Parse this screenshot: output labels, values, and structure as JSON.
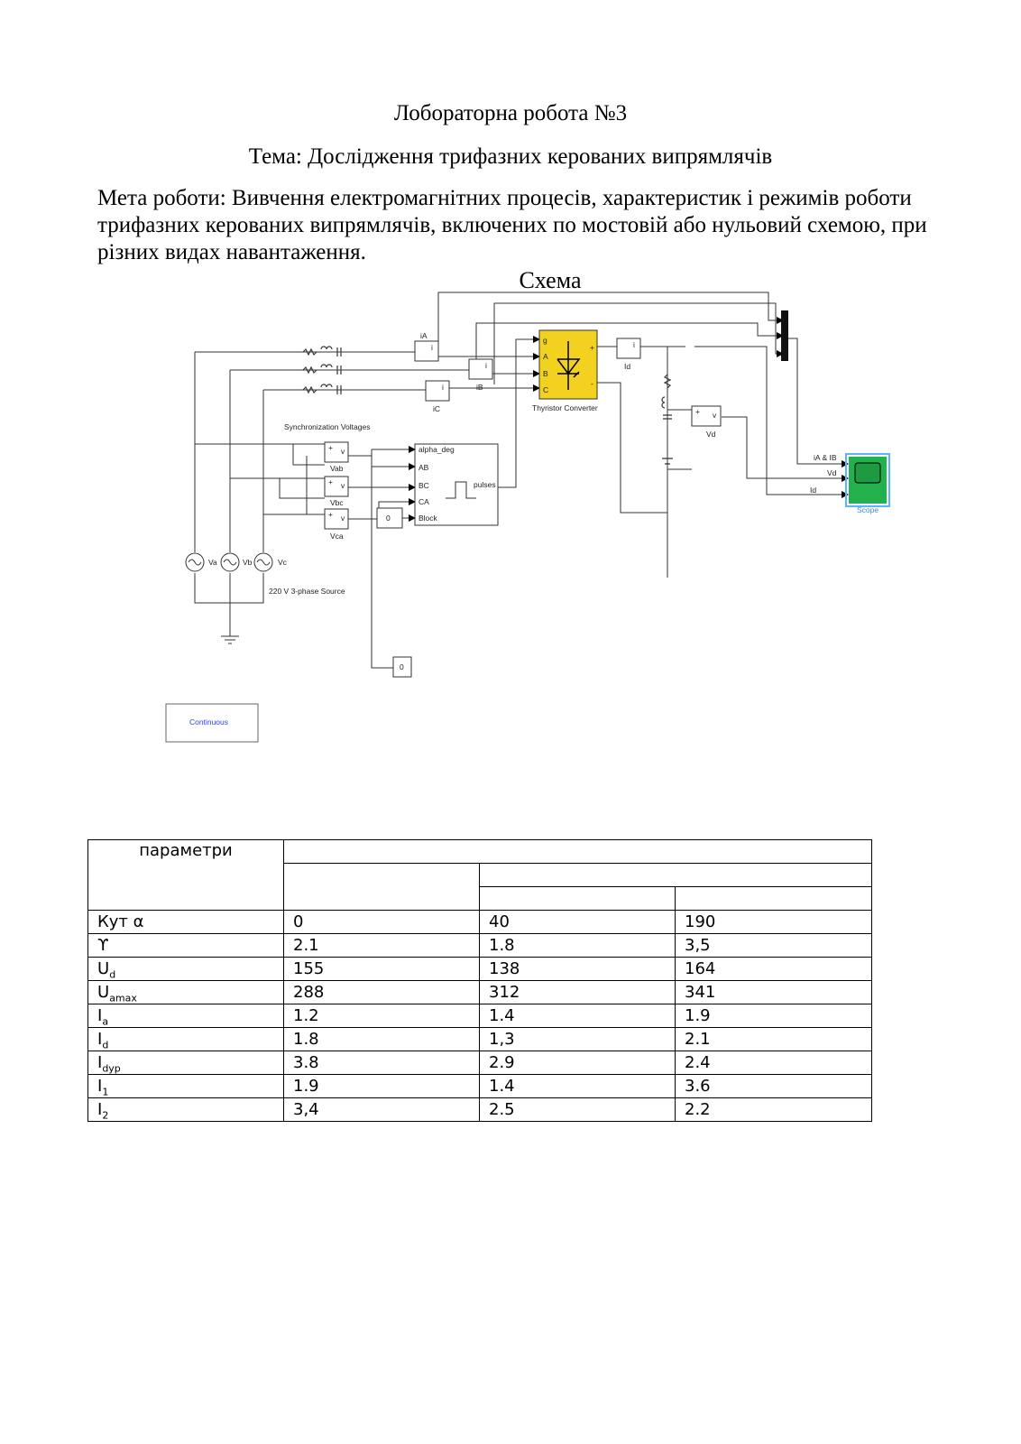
{
  "document": {
    "title": "Лобораторна робота №3",
    "topic": "Тема: Дослідження трифазних керованих випрямлячів",
    "goal": "Мета роботи: Вивчення електромагнітних процесів, характеристик і режимів роботи трифазних керованих випрямлячів, включених по мостовій або нульовий схемою, при різних видах навантаження."
  },
  "schema": {
    "title": "Схема",
    "labels": {
      "iA": "iA",
      "iB": "iB",
      "iC": "iC",
      "id": "Id",
      "vd": "Vd",
      "vab": "Vab",
      "vbc": "Vbc",
      "vca": "Vca",
      "va": "Va",
      "vb": "Vb",
      "vc": "Vc",
      "source": "220 V 3-phase Source",
      "sync": "Synchronization Voltages",
      "thyristor": "Thyristor Converter",
      "scope": "Scope",
      "scope_in1": "iA & IB",
      "scope_in2": "Vd",
      "scope_in3": "Id",
      "port_g": "g",
      "port_a": "A",
      "port_b": "B",
      "port_c": "C",
      "plus": "+",
      "minus": "-",
      "v": "v",
      "i": "i",
      "alpha": "alpha_deg",
      "ab": "AB",
      "bc": "BC",
      "ca": "CA",
      "block": "Block",
      "pulses": "pulses",
      "const0a": "0",
      "const0b": "0",
      "powergui": "Continuous"
    }
  },
  "table": {
    "header": "параметри",
    "rows": [
      {
        "param": "Кут α",
        "param_sub": "",
        "v1": "0",
        "v2": "40",
        "v3": "190"
      },
      {
        "param": "ϒ",
        "param_sub": "",
        "v1": "2.1",
        "v2": "1.8",
        "v3": "3,5"
      },
      {
        "param": "U",
        "param_sub": "d",
        "v1": "155",
        "v2": "138",
        "v3": "164"
      },
      {
        "param": "U",
        "param_sub": "amax",
        "v1": "288",
        "v2": "312",
        "v3": "341"
      },
      {
        "param": "I",
        "param_sub": "a",
        "v1": "1.2",
        "v2": "1.4",
        "v3": "1.9"
      },
      {
        "param": "I",
        "param_sub": "d",
        "v1": "1.8",
        "v2": "1,3",
        "v3": "2.1"
      },
      {
        "param": "I",
        "param_sub": "dyp",
        "v1": "3.8",
        "v2": "2.9",
        "v3": "2.4"
      },
      {
        "param": "I",
        "param_sub": "1",
        "v1": "1.9",
        "v2": "1.4",
        "v3": "3.6"
      },
      {
        "param": "I",
        "param_sub": "2",
        "v1": "3,4",
        "v2": "2.5",
        "v3": "2.2"
      }
    ]
  },
  "colors": {
    "thyristor_fill": "#f2d21e",
    "scope_fill": "#22b14c",
    "scope_border": "#5ab4ff",
    "powergui_text": "#2a3cff"
  }
}
